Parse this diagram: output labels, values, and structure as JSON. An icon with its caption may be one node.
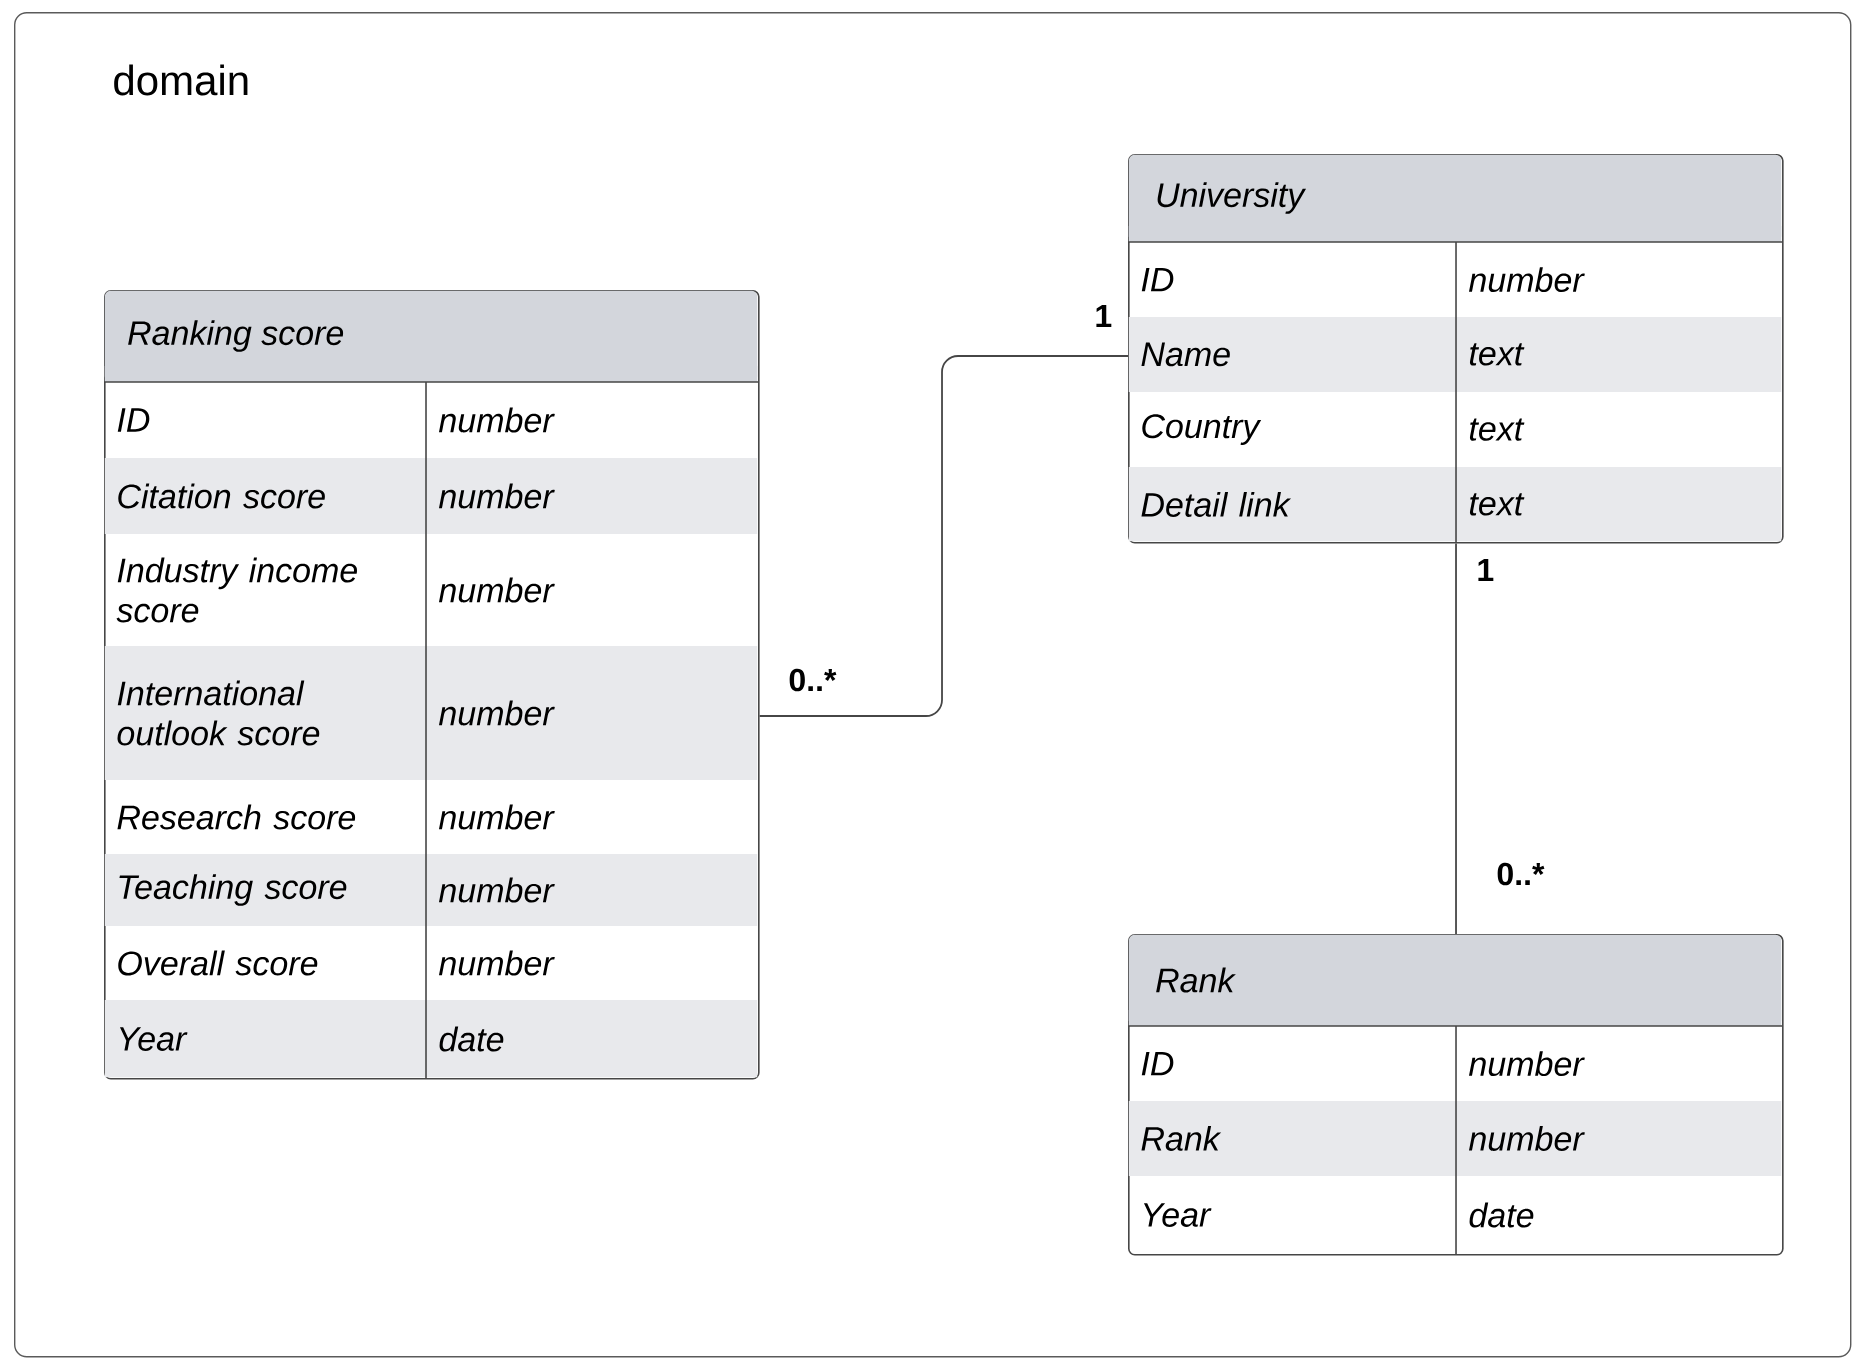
{
  "diagram": {
    "nodes": [
      {
        "text": [
          "domain"
        ]
      },
      {
        "text": [
          "Ranking score",
          "ID",
          "number",
          "Citation score",
          "number",
          "Industry income score",
          "number",
          "International outlook score",
          "number",
          "Research score",
          "number",
          "Teaching score",
          "number",
          "Overall score",
          "number",
          "Year",
          "date"
        ],
        "in": 0
      },
      {
        "text": [
          "University",
          "ID",
          "number",
          "Name",
          "text",
          "Country",
          "text",
          "Detail link",
          "text"
        ],
        "in": 0
      },
      {
        "text": [
          "Rank",
          "ID",
          "number",
          "Rank",
          "number",
          "Year",
          "date"
        ],
        "in": 0
      }
    ],
    "edges": [
      {
        "from": 1,
        "to": 2,
        "arrow": "none"
      },
      {
        "from": 2,
        "to": 3,
        "arrow": "none"
      }
    ],
    "labels": [
      "1",
      "1",
      "0..*",
      "0..*"
    ]
  }
}
